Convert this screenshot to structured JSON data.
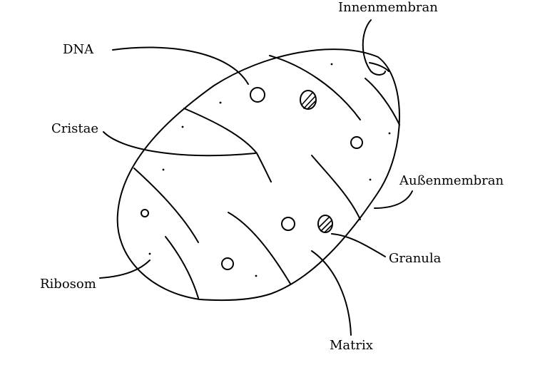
{
  "labels": {
    "dna": "DNA",
    "innenmembran": "Innenmembran",
    "cristae": "Cristae",
    "aussenmembran": "Außenmembran",
    "granula": "Granula",
    "ribosom": "Ribosom",
    "matrix": "Matrix"
  },
  "colors": {
    "stroke": "#000000",
    "background": "#ffffff"
  }
}
